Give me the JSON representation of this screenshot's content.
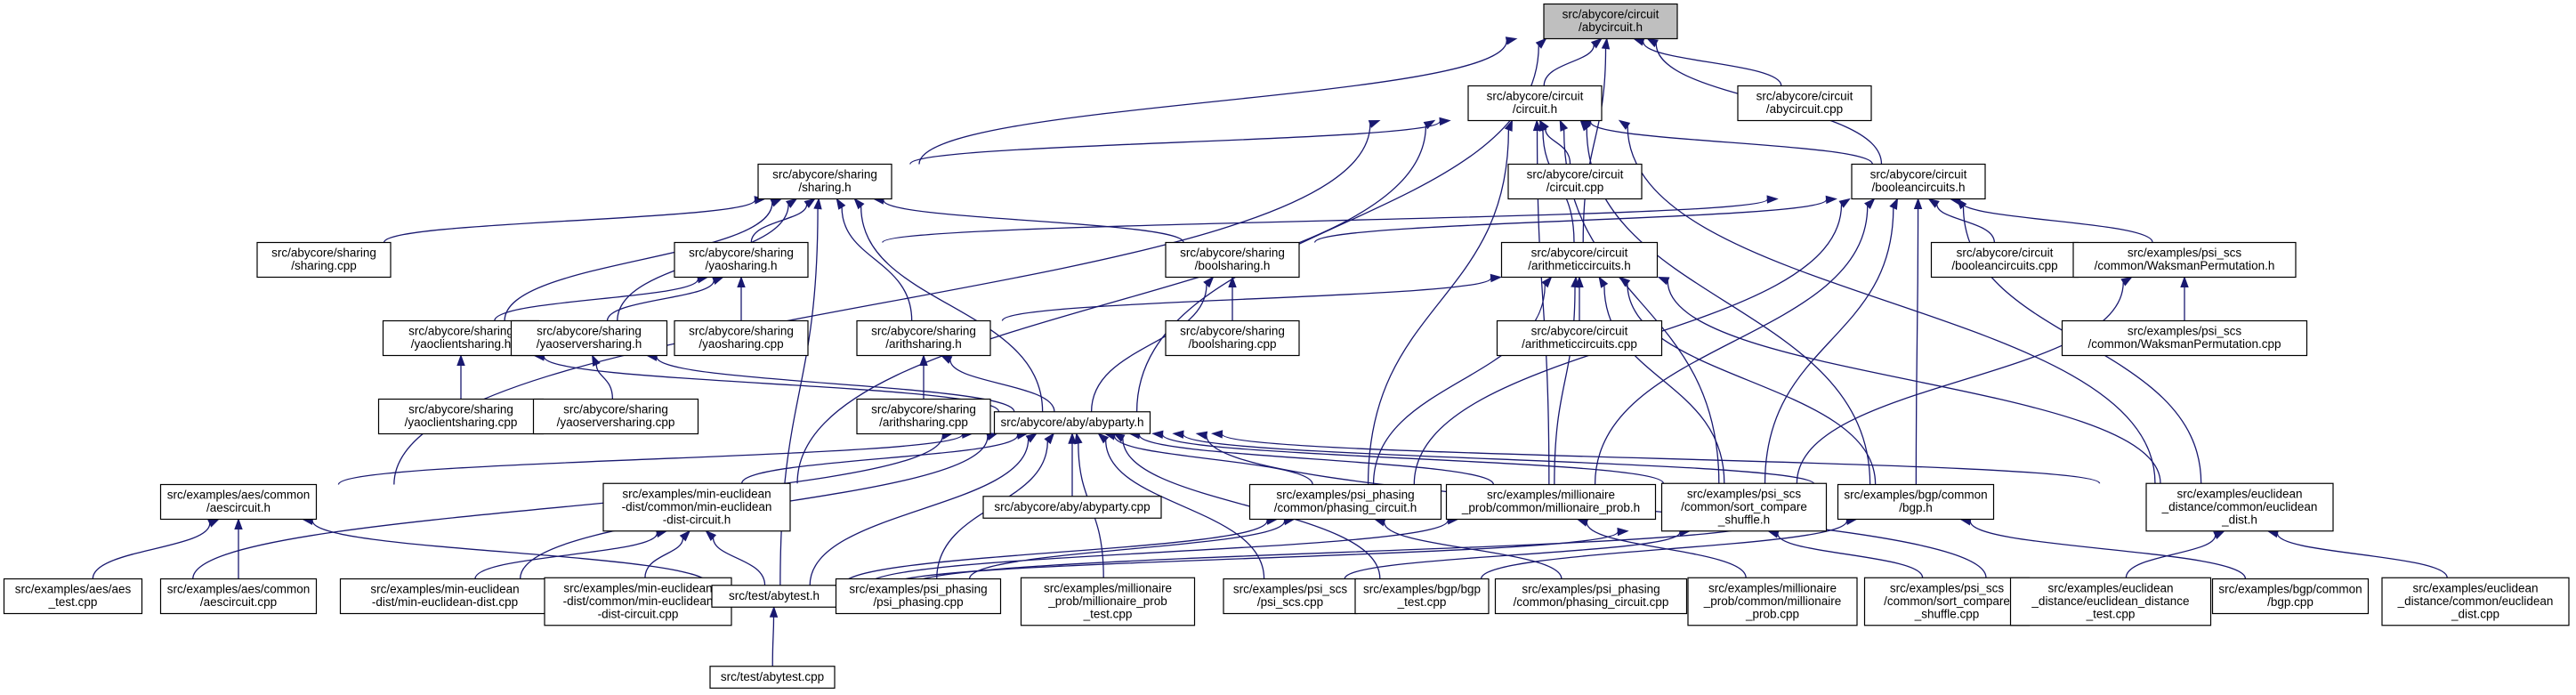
{
  "diagram": {
    "nodes": [
      {
        "id": "abycircuit_h",
        "lines": [
          "src/abycore/circuit",
          "/abycircuit.h"
        ],
        "root": true
      },
      {
        "id": "circuit_h",
        "lines": [
          "src/abycore/circuit",
          "/circuit.h"
        ]
      },
      {
        "id": "abycircuit_cpp",
        "lines": [
          "src/abycore/circuit",
          "/abycircuit.cpp"
        ]
      },
      {
        "id": "sharing_h",
        "lines": [
          "src/abycore/sharing",
          "/sharing.h"
        ]
      },
      {
        "id": "circuit_cpp",
        "lines": [
          "src/abycore/circuit",
          "/circuit.cpp"
        ]
      },
      {
        "id": "booleancircuits_h",
        "lines": [
          "src/abycore/circuit",
          "/booleancircuits.h"
        ]
      },
      {
        "id": "sharing_cpp",
        "lines": [
          "src/abycore/sharing",
          "/sharing.cpp"
        ]
      },
      {
        "id": "yaosharing_h",
        "lines": [
          "src/abycore/sharing",
          "/yaosharing.h"
        ]
      },
      {
        "id": "boolsharing_h",
        "lines": [
          "src/abycore/sharing",
          "/boolsharing.h"
        ]
      },
      {
        "id": "arithmeticcircuits_h",
        "lines": [
          "src/abycore/circuit",
          "/arithmeticcircuits.h"
        ]
      },
      {
        "id": "booleancircuits_cpp",
        "lines": [
          "src/abycore/circuit",
          "/booleancircuits.cpp"
        ]
      },
      {
        "id": "waksman_h",
        "lines": [
          "src/examples/psi_scs",
          "/common/WaksmanPermutation.h"
        ]
      },
      {
        "id": "yaoclientsharing_h",
        "lines": [
          "src/abycore/sharing",
          "/yaoclientsharing.h"
        ]
      },
      {
        "id": "yaoserversharing_h",
        "lines": [
          "src/abycore/sharing",
          "/yaoserversharing.h"
        ]
      },
      {
        "id": "yaosharing_cpp",
        "lines": [
          "src/abycore/sharing",
          "/yaosharing.cpp"
        ]
      },
      {
        "id": "arithsharing_h",
        "lines": [
          "src/abycore/sharing",
          "/arithsharing.h"
        ]
      },
      {
        "id": "boolsharing_cpp",
        "lines": [
          "src/abycore/sharing",
          "/boolsharing.cpp"
        ]
      },
      {
        "id": "arithmeticcircuits_cpp",
        "lines": [
          "src/abycore/circuit",
          "/arithmeticcircuits.cpp"
        ]
      },
      {
        "id": "waksman_cpp",
        "lines": [
          "src/examples/psi_scs",
          "/common/WaksmanPermutation.cpp"
        ]
      },
      {
        "id": "yaoclientsharing_cpp",
        "lines": [
          "src/abycore/sharing",
          "/yaoclientsharing.cpp"
        ]
      },
      {
        "id": "yaoserversharing_cpp",
        "lines": [
          "src/abycore/sharing",
          "/yaoserversharing.cpp"
        ]
      },
      {
        "id": "arithsharing_cpp",
        "lines": [
          "src/abycore/sharing",
          "/arithsharing.cpp"
        ]
      },
      {
        "id": "abyparty_h",
        "lines": [
          "src/abycore/aby/abyparty.h"
        ]
      },
      {
        "id": "aescircuit_h",
        "lines": [
          "src/examples/aes/common",
          "/aescircuit.h"
        ]
      },
      {
        "id": "mineuclid_circuit_h",
        "lines": [
          "src/examples/min-euclidean",
          "-dist/common/min-euclidean",
          "-dist-circuit.h"
        ]
      },
      {
        "id": "abyparty_cpp",
        "lines": [
          "src/abycore/aby/abyparty.cpp"
        ]
      },
      {
        "id": "phasing_circuit_h",
        "lines": [
          "src/examples/psi_phasing",
          "/common/phasing_circuit.h"
        ]
      },
      {
        "id": "millionaire_prob_h",
        "lines": [
          "src/examples/millionaire",
          "_prob/common/millionaire_prob.h"
        ]
      },
      {
        "id": "sort_compare_shuffle_h",
        "lines": [
          "src/examples/psi_scs",
          "/common/sort_compare",
          "_shuffle.h"
        ]
      },
      {
        "id": "bgp_h",
        "lines": [
          "src/examples/bgp/common",
          "/bgp.h"
        ]
      },
      {
        "id": "euclidean_dist_h",
        "lines": [
          "src/examples/euclidean",
          "_distance/common/euclidean",
          "_dist.h"
        ]
      },
      {
        "id": "aes_test_cpp",
        "lines": [
          "src/examples/aes/aes",
          "_test.cpp"
        ]
      },
      {
        "id": "aescircuit_cpp",
        "lines": [
          "src/examples/aes/common",
          "/aescircuit.cpp"
        ]
      },
      {
        "id": "mineuclid_dist_cpp",
        "lines": [
          "src/examples/min-euclidean",
          "-dist/min-euclidean-dist.cpp"
        ]
      },
      {
        "id": "mineuclid_circuit_cpp",
        "lines": [
          "src/examples/min-euclidean",
          "-dist/common/min-euclidean",
          "-dist-circuit.cpp"
        ]
      },
      {
        "id": "abytest_h",
        "lines": [
          "src/test/abytest.h"
        ]
      },
      {
        "id": "psi_phasing_cpp",
        "lines": [
          "src/examples/psi_phasing",
          "/psi_phasing.cpp"
        ]
      },
      {
        "id": "millionaire_test_cpp",
        "lines": [
          "src/examples/millionaire",
          "_prob/millionaire_prob",
          "_test.cpp"
        ]
      },
      {
        "id": "psi_scs_cpp",
        "lines": [
          "src/examples/psi_scs",
          "/psi_scs.cpp"
        ]
      },
      {
        "id": "bgp_test_cpp",
        "lines": [
          "src/examples/bgp/bgp",
          "_test.cpp"
        ]
      },
      {
        "id": "phasing_circuit_cpp",
        "lines": [
          "src/examples/psi_phasing",
          "/common/phasing_circuit.cpp"
        ]
      },
      {
        "id": "millionaire_prob_cpp",
        "lines": [
          "src/examples/millionaire",
          "_prob/common/millionaire",
          "_prob.cpp"
        ]
      },
      {
        "id": "sort_compare_shuffle_cpp",
        "lines": [
          "src/examples/psi_scs",
          "/common/sort_compare",
          "_shuffle.cpp"
        ]
      },
      {
        "id": "euclidean_test_cpp",
        "lines": [
          "src/examples/euclidean",
          "_distance/euclidean_distance",
          "_test.cpp"
        ]
      },
      {
        "id": "bgp_cpp",
        "lines": [
          "src/examples/bgp/common",
          "/bgp.cpp"
        ]
      },
      {
        "id": "euclidean_dist_cpp",
        "lines": [
          "src/examples/euclidean",
          "_distance/common/euclidean",
          "_dist.cpp"
        ]
      },
      {
        "id": "abytest_cpp",
        "lines": [
          "src/test/abytest.cpp"
        ]
      }
    ],
    "edges": [
      [
        "abycircuit_h",
        "circuit_h"
      ],
      [
        "abycircuit_h",
        "abycircuit_cpp"
      ],
      [
        "abycircuit_h",
        "sharing_h"
      ],
      [
        "abycircuit_h",
        "booleancircuits_h"
      ],
      [
        "abycircuit_h",
        "arithmeticcircuits_h"
      ],
      [
        "abycircuit_h",
        "abyparty_h"
      ],
      [
        "circuit_h",
        "sharing_h"
      ],
      [
        "circuit_h",
        "circuit_cpp"
      ],
      [
        "circuit_h",
        "booleancircuits_h"
      ],
      [
        "circuit_h",
        "arithmeticcircuits_h"
      ],
      [
        "circuit_h",
        "aescircuit_h"
      ],
      [
        "circuit_h",
        "mineuclid_circuit_h"
      ],
      [
        "circuit_h",
        "phasing_circuit_h"
      ],
      [
        "circuit_h",
        "millionaire_prob_h"
      ],
      [
        "circuit_h",
        "sort_compare_shuffle_h"
      ],
      [
        "circuit_h",
        "bgp_h"
      ],
      [
        "circuit_h",
        "euclidean_dist_h"
      ],
      [
        "sharing_h",
        "sharing_cpp"
      ],
      [
        "sharing_h",
        "yaosharing_h"
      ],
      [
        "sharing_h",
        "boolsharing_h"
      ],
      [
        "sharing_h",
        "arithsharing_h"
      ],
      [
        "sharing_h",
        "yaoclientsharing_h"
      ],
      [
        "sharing_h",
        "yaoserversharing_h"
      ],
      [
        "sharing_h",
        "abyparty_h"
      ],
      [
        "sharing_h",
        "abytest_h"
      ],
      [
        "booleancircuits_h",
        "yaosharing_h"
      ],
      [
        "booleancircuits_h",
        "boolsharing_h"
      ],
      [
        "booleancircuits_h",
        "booleancircuits_cpp"
      ],
      [
        "booleancircuits_h",
        "waksman_h"
      ],
      [
        "booleancircuits_h",
        "phasing_circuit_h"
      ],
      [
        "booleancircuits_h",
        "millionaire_prob_h"
      ],
      [
        "booleancircuits_h",
        "sort_compare_shuffle_h"
      ],
      [
        "booleancircuits_h",
        "bgp_h"
      ],
      [
        "booleancircuits_h",
        "euclidean_dist_h"
      ],
      [
        "yaosharing_h",
        "yaoclientsharing_h"
      ],
      [
        "yaosharing_h",
        "yaoserversharing_h"
      ],
      [
        "yaosharing_h",
        "yaosharing_cpp"
      ],
      [
        "boolsharing_h",
        "boolsharing_cpp"
      ],
      [
        "boolsharing_h",
        "abyparty_h"
      ],
      [
        "arithmeticcircuits_h",
        "arithsharing_h"
      ],
      [
        "arithmeticcircuits_h",
        "arithmeticcircuits_cpp"
      ],
      [
        "arithmeticcircuits_h",
        "phasing_circuit_h"
      ],
      [
        "arithmeticcircuits_h",
        "millionaire_prob_h"
      ],
      [
        "arithmeticcircuits_h",
        "sort_compare_shuffle_h"
      ],
      [
        "arithmeticcircuits_h",
        "bgp_h"
      ],
      [
        "arithmeticcircuits_h",
        "euclidean_dist_h"
      ],
      [
        "waksman_h",
        "waksman_cpp"
      ],
      [
        "waksman_h",
        "sort_compare_shuffle_h"
      ],
      [
        "yaoclientsharing_h",
        "yaoclientsharing_cpp"
      ],
      [
        "yaoclientsharing_h",
        "abyparty_h"
      ],
      [
        "yaoserversharing_h",
        "yaoserversharing_cpp"
      ],
      [
        "yaoserversharing_h",
        "abyparty_h"
      ],
      [
        "arithsharing_h",
        "arithsharing_cpp"
      ],
      [
        "arithsharing_h",
        "abyparty_h"
      ],
      [
        "abyparty_h",
        "aescircuit_h"
      ],
      [
        "abyparty_h",
        "mineuclid_circuit_h"
      ],
      [
        "abyparty_h",
        "abyparty_cpp"
      ],
      [
        "abyparty_h",
        "phasing_circuit_h"
      ],
      [
        "abyparty_h",
        "millionaire_prob_h"
      ],
      [
        "abyparty_h",
        "sort_compare_shuffle_h"
      ],
      [
        "abyparty_h",
        "bgp_h"
      ],
      [
        "abyparty_h",
        "euclidean_dist_h"
      ],
      [
        "abyparty_h",
        "aes_test_cpp"
      ],
      [
        "abyparty_h",
        "mineuclid_dist_cpp"
      ],
      [
        "abyparty_h",
        "abytest_h"
      ],
      [
        "abyparty_h",
        "psi_phasing_cpp"
      ],
      [
        "abyparty_h",
        "millionaire_test_cpp"
      ],
      [
        "abyparty_h",
        "psi_scs_cpp"
      ],
      [
        "abyparty_h",
        "bgp_test_cpp"
      ],
      [
        "abyparty_h",
        "euclidean_test_cpp"
      ],
      [
        "aescircuit_h",
        "aes_test_cpp"
      ],
      [
        "aescircuit_h",
        "aescircuit_cpp"
      ],
      [
        "aescircuit_h",
        "abytest_h"
      ],
      [
        "mineuclid_circuit_h",
        "mineuclid_dist_cpp"
      ],
      [
        "mineuclid_circuit_h",
        "mineuclid_circuit_cpp"
      ],
      [
        "mineuclid_circuit_h",
        "abytest_h"
      ],
      [
        "phasing_circuit_h",
        "abytest_h"
      ],
      [
        "phasing_circuit_h",
        "psi_phasing_cpp"
      ],
      [
        "phasing_circuit_h",
        "phasing_circuit_cpp"
      ],
      [
        "millionaire_prob_h",
        "abytest_h"
      ],
      [
        "millionaire_prob_h",
        "millionaire_prob_cpp"
      ],
      [
        "sort_compare_shuffle_h",
        "abytest_h"
      ],
      [
        "sort_compare_shuffle_h",
        "psi_scs_cpp"
      ],
      [
        "sort_compare_shuffle_h",
        "sort_compare_shuffle_cpp"
      ],
      [
        "bgp_h",
        "abytest_h"
      ],
      [
        "bgp_h",
        "bgp_test_cpp"
      ],
      [
        "bgp_h",
        "bgp_cpp"
      ],
      [
        "euclidean_dist_h",
        "euclidean_test_cpp"
      ],
      [
        "euclidean_dist_h",
        "euclidean_dist_cpp"
      ],
      [
        "abytest_h",
        "abytest_cpp"
      ]
    ]
  }
}
